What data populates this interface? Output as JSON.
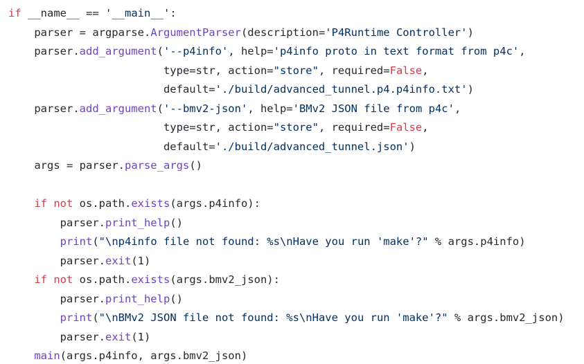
{
  "code": {
    "lines": [
      [
        {
          "t": "kw",
          "v": "if"
        },
        {
          "t": "plain",
          "v": " __name__ == "
        },
        {
          "t": "str",
          "v": "'__main__'"
        },
        {
          "t": "plain",
          "v": ":"
        }
      ],
      [
        {
          "t": "plain",
          "v": "    parser = argparse."
        },
        {
          "t": "fn",
          "v": "ArgumentParser"
        },
        {
          "t": "plain",
          "v": "(description="
        },
        {
          "t": "str",
          "v": "'P4Runtime Controller'"
        },
        {
          "t": "plain",
          "v": ")"
        }
      ],
      [
        {
          "t": "plain",
          "v": "    parser."
        },
        {
          "t": "fn",
          "v": "add_argument"
        },
        {
          "t": "plain",
          "v": "("
        },
        {
          "t": "str",
          "v": "'--p4info'"
        },
        {
          "t": "plain",
          "v": ", help="
        },
        {
          "t": "str",
          "v": "'p4info proto in text format from p4c'"
        },
        {
          "t": "plain",
          "v": ","
        }
      ],
      [
        {
          "t": "plain",
          "v": "                        type=str, action="
        },
        {
          "t": "str",
          "v": "\"store\""
        },
        {
          "t": "plain",
          "v": ", required="
        },
        {
          "t": "kw",
          "v": "False"
        },
        {
          "t": "plain",
          "v": ","
        }
      ],
      [
        {
          "t": "plain",
          "v": "                        default="
        },
        {
          "t": "str",
          "v": "'./build/advanced_tunnel.p4.p4info.txt'"
        },
        {
          "t": "plain",
          "v": ")"
        }
      ],
      [
        {
          "t": "plain",
          "v": "    parser."
        },
        {
          "t": "fn",
          "v": "add_argument"
        },
        {
          "t": "plain",
          "v": "("
        },
        {
          "t": "str",
          "v": "'--bmv2-json'"
        },
        {
          "t": "plain",
          "v": ", help="
        },
        {
          "t": "str",
          "v": "'BMv2 JSON file from p4c'"
        },
        {
          "t": "plain",
          "v": ","
        }
      ],
      [
        {
          "t": "plain",
          "v": "                        type=str, action="
        },
        {
          "t": "str",
          "v": "\"store\""
        },
        {
          "t": "plain",
          "v": ", required="
        },
        {
          "t": "kw",
          "v": "False"
        },
        {
          "t": "plain",
          "v": ","
        }
      ],
      [
        {
          "t": "plain",
          "v": "                        default="
        },
        {
          "t": "str",
          "v": "'./build/advanced_tunnel.json'"
        },
        {
          "t": "plain",
          "v": ")"
        }
      ],
      [
        {
          "t": "plain",
          "v": "    args = parser."
        },
        {
          "t": "fn",
          "v": "parse_args"
        },
        {
          "t": "plain",
          "v": "()"
        }
      ],
      [],
      [
        {
          "t": "plain",
          "v": "    "
        },
        {
          "t": "kw",
          "v": "if not"
        },
        {
          "t": "plain",
          "v": " os.path."
        },
        {
          "t": "fn",
          "v": "exists"
        },
        {
          "t": "plain",
          "v": "(args.p4info):"
        }
      ],
      [
        {
          "t": "plain",
          "v": "        parser."
        },
        {
          "t": "fn",
          "v": "print_help"
        },
        {
          "t": "plain",
          "v": "()"
        }
      ],
      [
        {
          "t": "plain",
          "v": "        "
        },
        {
          "t": "fn",
          "v": "print"
        },
        {
          "t": "plain",
          "v": "("
        },
        {
          "t": "str",
          "v": "\"\\np4info file not found: %s\\nHave you run 'make'?\""
        },
        {
          "t": "plain",
          "v": " % args.p4info)"
        }
      ],
      [
        {
          "t": "plain",
          "v": "        parser."
        },
        {
          "t": "fn",
          "v": "exit"
        },
        {
          "t": "plain",
          "v": "(1)"
        }
      ],
      [
        {
          "t": "plain",
          "v": "    "
        },
        {
          "t": "kw",
          "v": "if not"
        },
        {
          "t": "plain",
          "v": " os.path."
        },
        {
          "t": "fn",
          "v": "exists"
        },
        {
          "t": "plain",
          "v": "(args.bmv2_json):"
        }
      ],
      [
        {
          "t": "plain",
          "v": "        parser."
        },
        {
          "t": "fn",
          "v": "print_help"
        },
        {
          "t": "plain",
          "v": "()"
        }
      ],
      [
        {
          "t": "plain",
          "v": "        "
        },
        {
          "t": "fn",
          "v": "print"
        },
        {
          "t": "plain",
          "v": "("
        },
        {
          "t": "str",
          "v": "\"\\nBMv2 JSON file not found: %s\\nHave you run 'make'?\""
        },
        {
          "t": "plain",
          "v": " % args.bmv2_json)"
        }
      ],
      [
        {
          "t": "plain",
          "v": "        parser."
        },
        {
          "t": "fn",
          "v": "exit"
        },
        {
          "t": "plain",
          "v": "(1)"
        }
      ],
      [
        {
          "t": "plain",
          "v": "    "
        },
        {
          "t": "fn",
          "v": "main"
        },
        {
          "t": "plain",
          "v": "(args.p4info, args.bmv2_json)"
        }
      ]
    ]
  },
  "colors": {
    "keyword": "#d73a49",
    "function": "#6f42c1",
    "string": "#032f62",
    "plain": "#24292e",
    "background": "#ffffff"
  }
}
